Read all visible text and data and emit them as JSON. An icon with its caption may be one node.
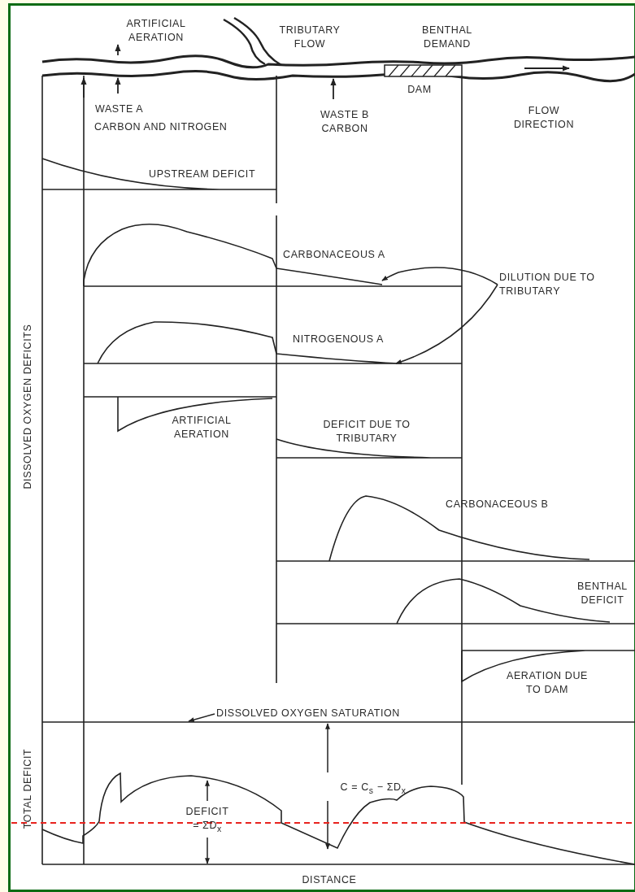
{
  "diagram": {
    "nodes": [
      {
        "text": [
          "DILUTION DUE TO TRIBUTARY"
        ]
      },
      {
        "text": [
          "DISSOLVED OXYGEN SATURATION"
        ]
      }
    ],
    "edges": [
      {
        "from": 0,
        "to": null,
        "arrow": "to"
      },
      {
        "from": 0,
        "to": null,
        "arrow": "to"
      },
      {
        "from": 1,
        "to": null,
        "arrow": "to"
      }
    ],
    "labels": [
      "ARTIFICIAL AERATION",
      "TRIBUTARY FLOW",
      "BENTHAL DEMAND",
      "DAM",
      "WASTE A",
      "CARBON AND NITROGEN",
      "WASTE B CARBON",
      "FLOW DIRECTION",
      "UPSTREAM DEFICIT",
      "CARBONACEOUS A",
      "NITROGENOUS A",
      "ARTIFICIAL AERATION",
      "DEFICIT DUE TO TRIBUTARY",
      "CARBONACEOUS B",
      "BENTHAL DEFICIT",
      "AERATION DUE TO DAM",
      "DISSOLVED OXYGEN DEFICITS",
      "C = C$_{s}$ − ΣD$_{x}$",
      "DEFICIT = ΣD$_{x}$",
      "TOTAL DEFICIT",
      "DISTANCE"
    ]
  }
}
